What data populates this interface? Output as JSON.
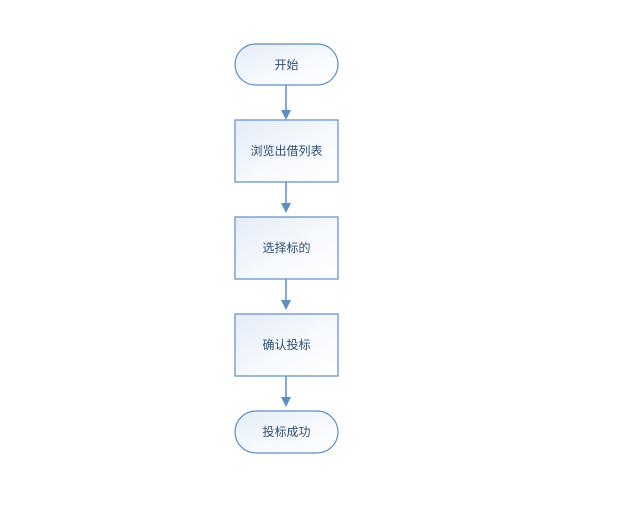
{
  "flowchart": {
    "nodes": [
      {
        "id": "start",
        "shape": "terminal",
        "label": "开始"
      },
      {
        "id": "browse",
        "shape": "process",
        "label": "浏览出借列表"
      },
      {
        "id": "select",
        "shape": "process",
        "label": "选择标的"
      },
      {
        "id": "confirm",
        "shape": "process",
        "label": "确认投标"
      },
      {
        "id": "end",
        "shape": "terminal",
        "label": "投标成功"
      }
    ],
    "edges": [
      {
        "from": "start",
        "to": "browse"
      },
      {
        "from": "browse",
        "to": "select"
      },
      {
        "from": "select",
        "to": "confirm"
      },
      {
        "from": "confirm",
        "to": "end"
      }
    ]
  },
  "colors": {
    "stroke": "#5b8ec6",
    "fill_light": "#ffffff",
    "fill_tint": "#e4ecf7",
    "text": "#2f4f6f"
  }
}
